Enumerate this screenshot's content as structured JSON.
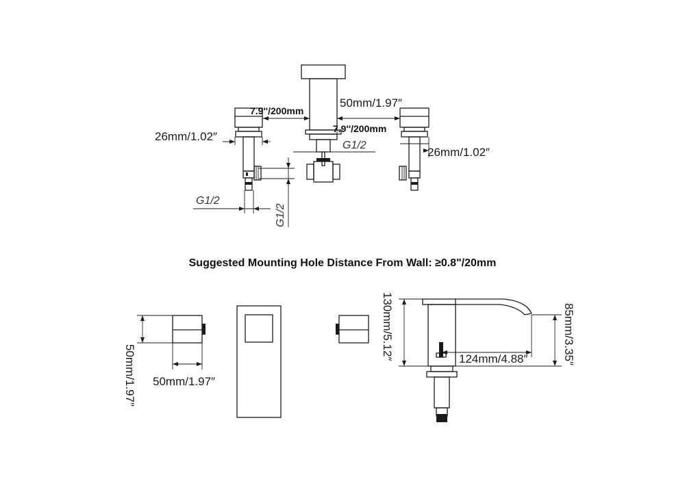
{
  "heading": "Suggested Mounting Hole Distance From Wall: ≥0.8\"/20mm",
  "top_view": {
    "spacing_left": "7.9''/200mm",
    "spacing_right": "7.9''/200mm",
    "spout_width": "50mm/1.97″",
    "handle_left_dia": "26mm/1.02″",
    "handle_right_dia": "26mm/1.02″",
    "thread_center": "G1/2",
    "thread_left_h": "G1/2",
    "thread_left_v": "G1/2"
  },
  "plan_view": {
    "handle_height": "50mm/1.97″",
    "handle_width": "50mm/1.97″"
  },
  "side_view": {
    "total_height": "130mm/5.12″",
    "spout_reach": "124mm/4.88″",
    "spout_height": "85mm/3.35″"
  }
}
